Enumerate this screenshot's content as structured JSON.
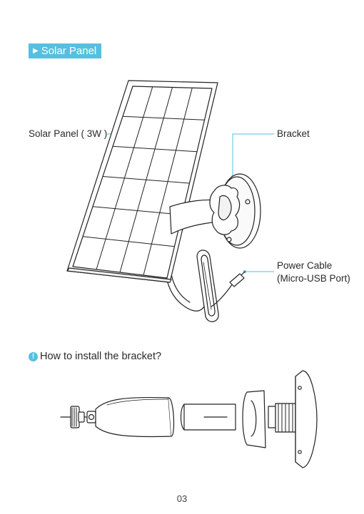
{
  "section": {
    "title": "Solar Panel",
    "marker_icon": "right-triangle",
    "accent_color": "#56bfe0"
  },
  "callouts": {
    "solar_panel": "Solar Panel ( 3W )",
    "bracket": "Bracket",
    "power_cable_line1": "Power Cable",
    "power_cable_line2": "(Micro-USB Port)"
  },
  "install": {
    "icon": "exclamation-circle",
    "question": "How to install the bracket?"
  },
  "page_number": "03"
}
